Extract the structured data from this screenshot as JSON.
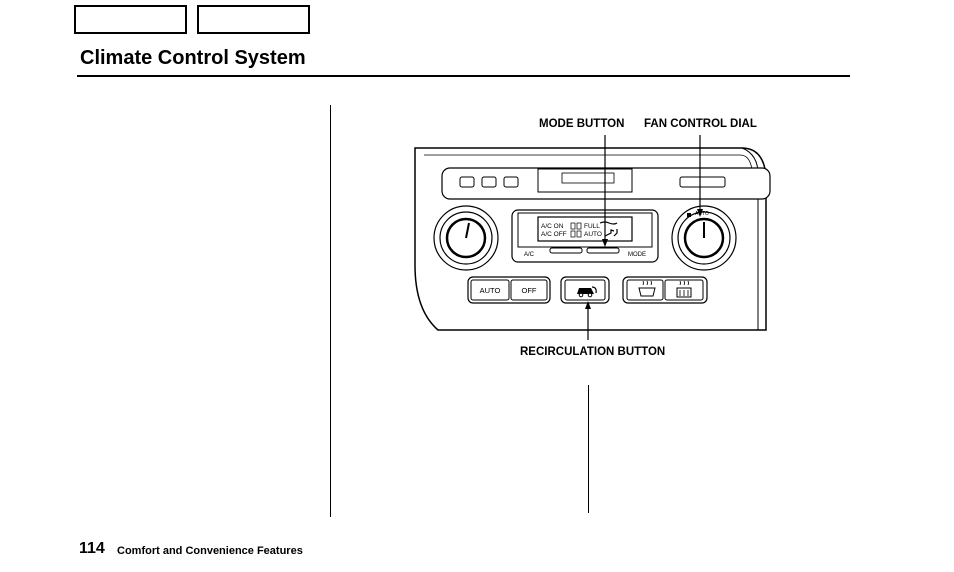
{
  "header": {
    "title": "Climate Control System"
  },
  "diagram": {
    "callouts": {
      "mode_button": "MODE BUTTON",
      "fan_control_dial": "FAN CONTROL DIAL",
      "recirculation_button": "RECIRCULATION BUTTON"
    },
    "panel": {
      "display_ac_on": "A/C ON",
      "display_ac_off": "A/C OFF",
      "display_full": "FULL",
      "display_auto": "AUTO",
      "ac_label": "A/C",
      "mode_label": "MODE",
      "dial_auto_label": "AUTO",
      "auto_button": "AUTO",
      "off_button": "OFF"
    }
  },
  "footer": {
    "page_number": "114",
    "section": "Comfort and Convenience Features"
  }
}
